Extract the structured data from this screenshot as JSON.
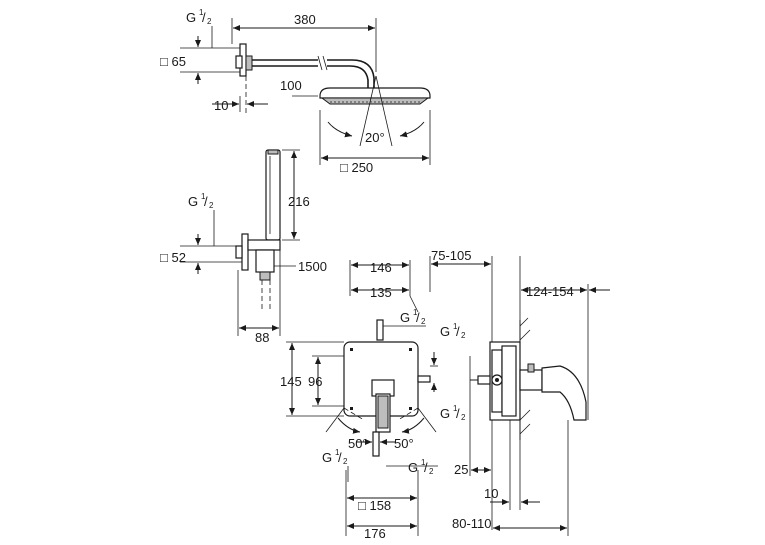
{
  "shower_head": {
    "thread_label": "G",
    "thread_num": "1",
    "thread_den": "2",
    "dim_arm_length": "380",
    "dim_flange": "□ 65",
    "dim_drop": "100",
    "dim_wall_offset": "10",
    "dim_angle": "20°",
    "dim_head_size": "□ 250"
  },
  "hand_shower": {
    "thread_label": "G",
    "thread_num": "1",
    "thread_den": "2",
    "dim_length": "216",
    "dim_flange": "□ 52",
    "dim_hose": "1500",
    "dim_depth": "88"
  },
  "mixer_front": {
    "dim_width_top": "146",
    "dim_width_inner": "135",
    "thread_top_label": "G",
    "thread_top_num": "1",
    "thread_top_den": "2",
    "thread_right_top_label": "G",
    "thread_right_top_num": "1",
    "thread_right_top_den": "2",
    "thread_right_bottom_label": "G",
    "thread_right_bottom_num": "1",
    "thread_right_bottom_den": "2",
    "dim_height_outer": "145",
    "dim_height_inner": "96",
    "angle_left": "50°",
    "angle_right": "50°",
    "thread_bottom_left_label": "G",
    "thread_bottom_left_num": "1",
    "thread_bottom_left_den": "2",
    "thread_bottom_right_label": "G",
    "thread_bottom_right_num": "1",
    "thread_bottom_right_den": "2",
    "dim_plate": "□ 158",
    "dim_total_width": "176"
  },
  "mixer_side": {
    "dim_install_depth": "75-105",
    "dim_projection": "124-154",
    "dim_25": "25",
    "dim_10": "10",
    "dim_wall_range": "80-110"
  }
}
